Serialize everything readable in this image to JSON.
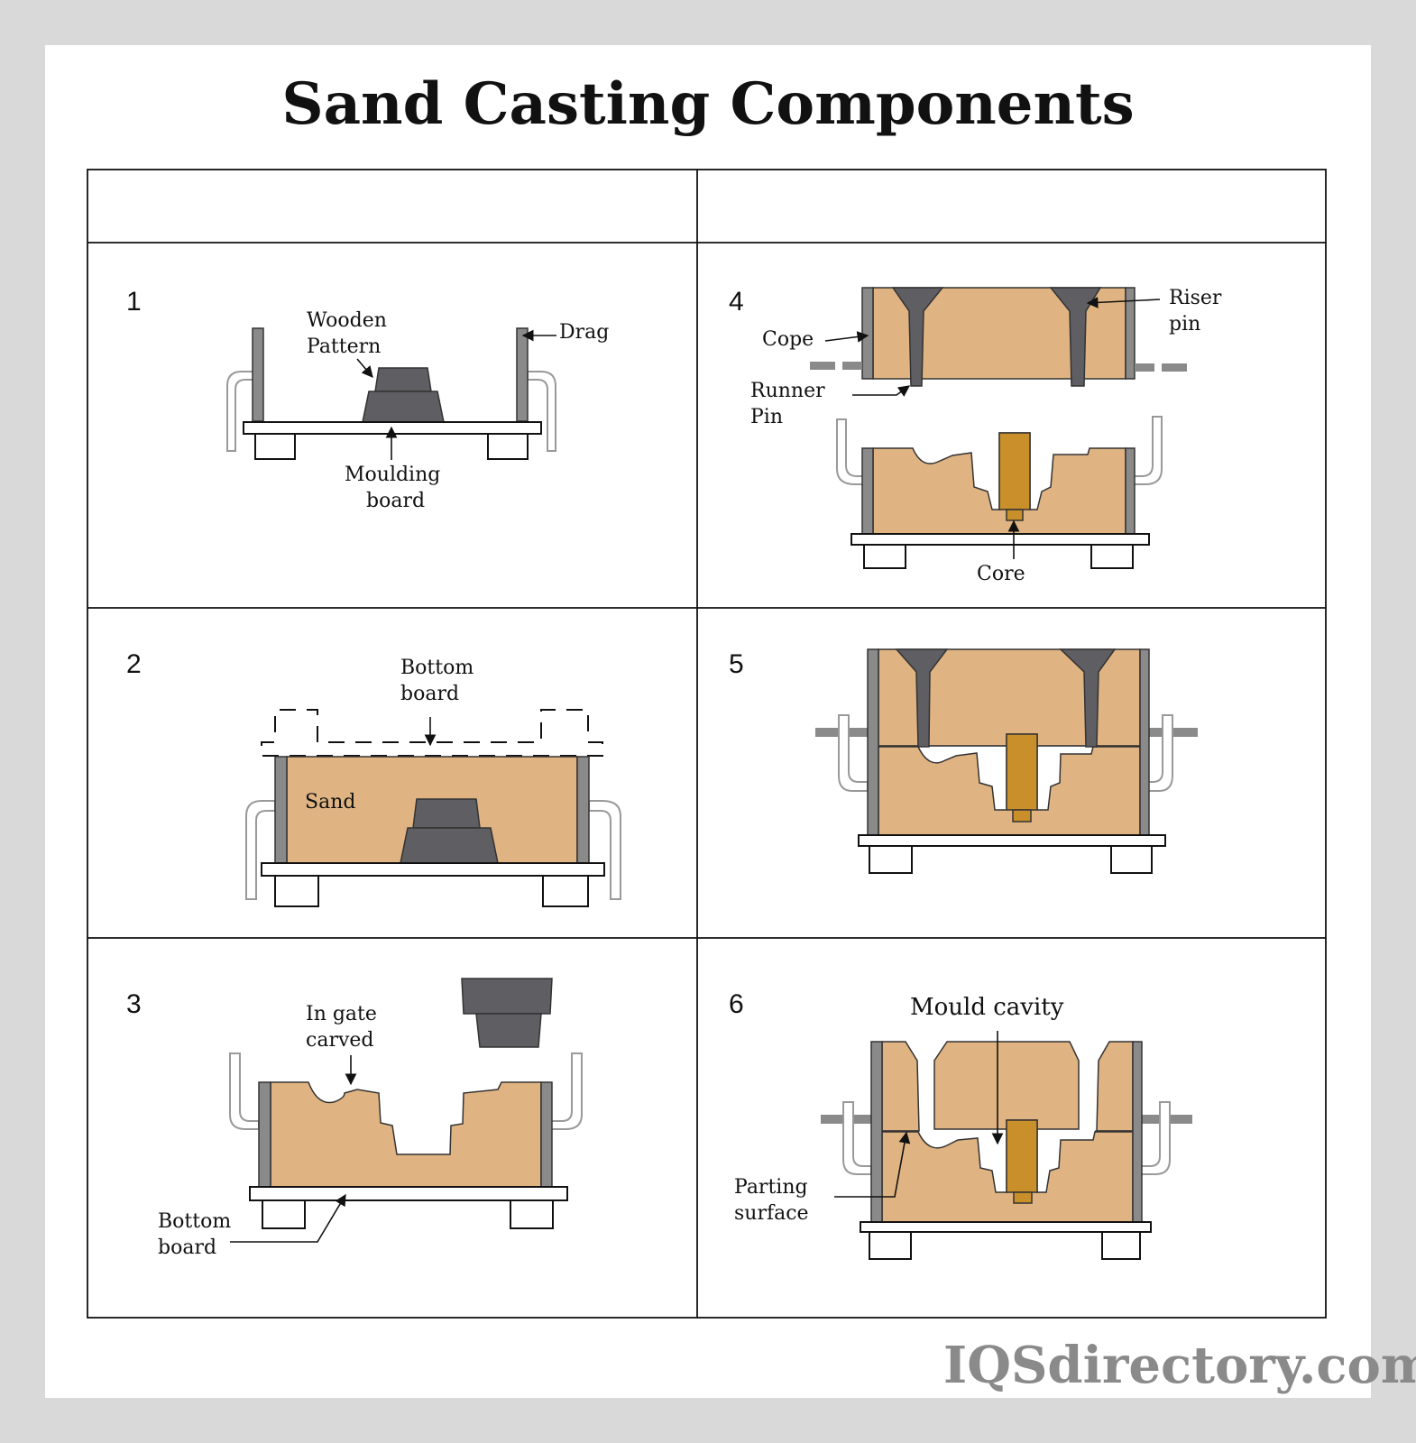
{
  "title": "Sand Casting Components",
  "watermark": "IQSdirectory.com",
  "colors": {
    "sand": "#e0b482",
    "pattern": "#5e5e63",
    "core": "#c98f2b",
    "flask_wall": "#8a8a8a",
    "background": "#d9d9d9"
  },
  "panels": {
    "p1": {
      "number": "1",
      "labels": {
        "wooden_pattern_1": "Wooden",
        "wooden_pattern_2": "Pattern",
        "drag": "Drag",
        "moulding_board_1": "Moulding",
        "moulding_board_2": "board"
      }
    },
    "p2": {
      "number": "2",
      "labels": {
        "bottom_board_1": "Bottom",
        "bottom_board_2": "board",
        "sand": "Sand"
      }
    },
    "p3": {
      "number": "3",
      "labels": {
        "in_gate_1": "In gate",
        "in_gate_2": "carved",
        "bottom_board_1": "Bottom",
        "bottom_board_2": "board"
      }
    },
    "p4": {
      "number": "4",
      "labels": {
        "cope": "Cope",
        "riser_pin_1": "Riser",
        "riser_pin_2": "pin",
        "runner_pin_1": "Runner",
        "runner_pin_2": "Pin",
        "core": "Core"
      }
    },
    "p5": {
      "number": "5"
    },
    "p6": {
      "number": "6",
      "labels": {
        "mould_cavity": "Mould cavity",
        "parting_surface_1": "Parting",
        "parting_surface_2": "surface"
      }
    }
  }
}
